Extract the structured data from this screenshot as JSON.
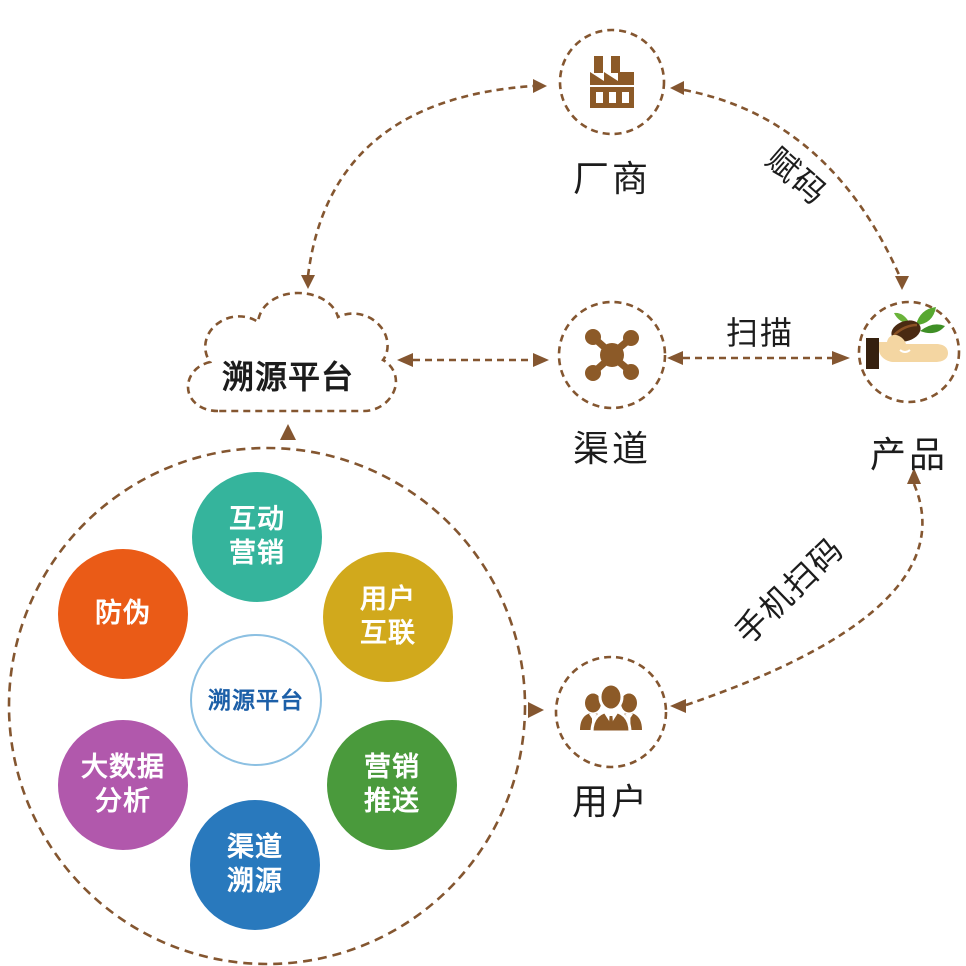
{
  "colors": {
    "brown": "#845630",
    "icon_brown": "#8c5a28",
    "ink": "#1c1c1c",
    "teal": "#35b49c",
    "orange": "#ea5b17",
    "gold": "#d1a91c",
    "purple": "#b158ac",
    "green": "#4a9a3c",
    "blue": "#2979bd",
    "center_blue": "#1c5fa8",
    "center_border": "#8cc0e2",
    "hand_skin": "#f4d6a2",
    "sleeve": "#35200f",
    "bean": "#4a2a12",
    "bean_slit": "#8a5124",
    "leaf": "#57a72f",
    "leaf_dark": "#3f8f26",
    "leaf_light": "#6ab33a"
  },
  "nodes": {
    "manufacturer": {
      "label": "厂商",
      "icon": "factory-icon"
    },
    "channel": {
      "label": "渠道",
      "icon": "network-icon"
    },
    "product": {
      "label": "产品",
      "icon": "hand-seed-icon"
    },
    "user": {
      "label": "用户",
      "icon": "people-icon"
    },
    "platform_cloud": {
      "label": "溯源平台",
      "icon": "cloud-icon"
    }
  },
  "edges": {
    "assign_code": {
      "label": "赋码",
      "from": "产品",
      "to": "厂商"
    },
    "scan": {
      "label": "扫描",
      "from": "渠道",
      "to": "产品"
    },
    "mobile_scan": {
      "label": "手机扫码",
      "from": "用户",
      "to": "产品"
    }
  },
  "platform_circle": {
    "center": {
      "label": "溯源平台"
    },
    "bubbles": [
      {
        "name": "interactive-marketing",
        "label": "互动\n营销",
        "color": "#35b49c"
      },
      {
        "name": "anti-counterfeiting",
        "label": "防伪",
        "color": "#ea5b17"
      },
      {
        "name": "user-interconnection",
        "label": "用户\n互联",
        "color": "#d1a91c"
      },
      {
        "name": "big-data-analysis",
        "label": "大数据\n分析",
        "color": "#b158ac"
      },
      {
        "name": "marketing-push",
        "label": "营销\n推送",
        "color": "#4a9a3c"
      },
      {
        "name": "channel-traceability",
        "label": "渠道\n溯源",
        "color": "#2979bd"
      }
    ]
  }
}
